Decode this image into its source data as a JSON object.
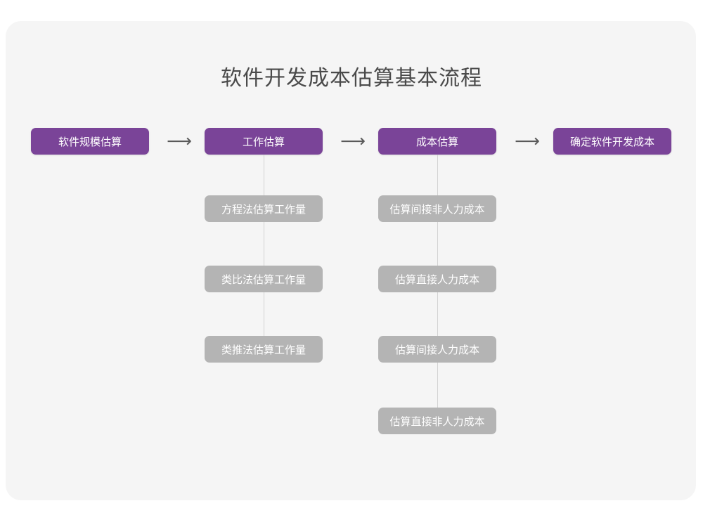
{
  "page": {
    "title": "软件开发成本估算基本流程",
    "background_color": "#ffffff",
    "card_color": "#f5f5f5"
  },
  "theme": {
    "primary_color": "#7a4498",
    "secondary_color": "#b4b4b4",
    "connector_color": "#d2d2d2",
    "title_color": "#4a4a4a",
    "node_text_color": "#ffffff"
  },
  "diagram": {
    "type": "flowchart",
    "main_flow": [
      {
        "id": "step1",
        "label": "软件规模估算"
      },
      {
        "id": "step2",
        "label": "工作估算"
      },
      {
        "id": "step3",
        "label": "成本估算"
      },
      {
        "id": "step4",
        "label": "确定软件开发成本"
      }
    ],
    "arrows": [
      {
        "id": "arrow1",
        "glyph": "⟶"
      },
      {
        "id": "arrow2",
        "glyph": "⟶"
      },
      {
        "id": "arrow3",
        "glyph": "⟶"
      }
    ],
    "branches": [
      {
        "parent": "step2",
        "items": [
          {
            "label": "方程法估算工作量"
          },
          {
            "label": "类比法估算工作量"
          },
          {
            "label": "类推法估算工作量"
          }
        ]
      },
      {
        "parent": "step3",
        "items": [
          {
            "label": "估算间接非人力成本"
          },
          {
            "label": "估算直接人力成本"
          },
          {
            "label": "估算间接人力成本"
          },
          {
            "label": "估算直接非人力成本"
          }
        ]
      }
    ]
  }
}
